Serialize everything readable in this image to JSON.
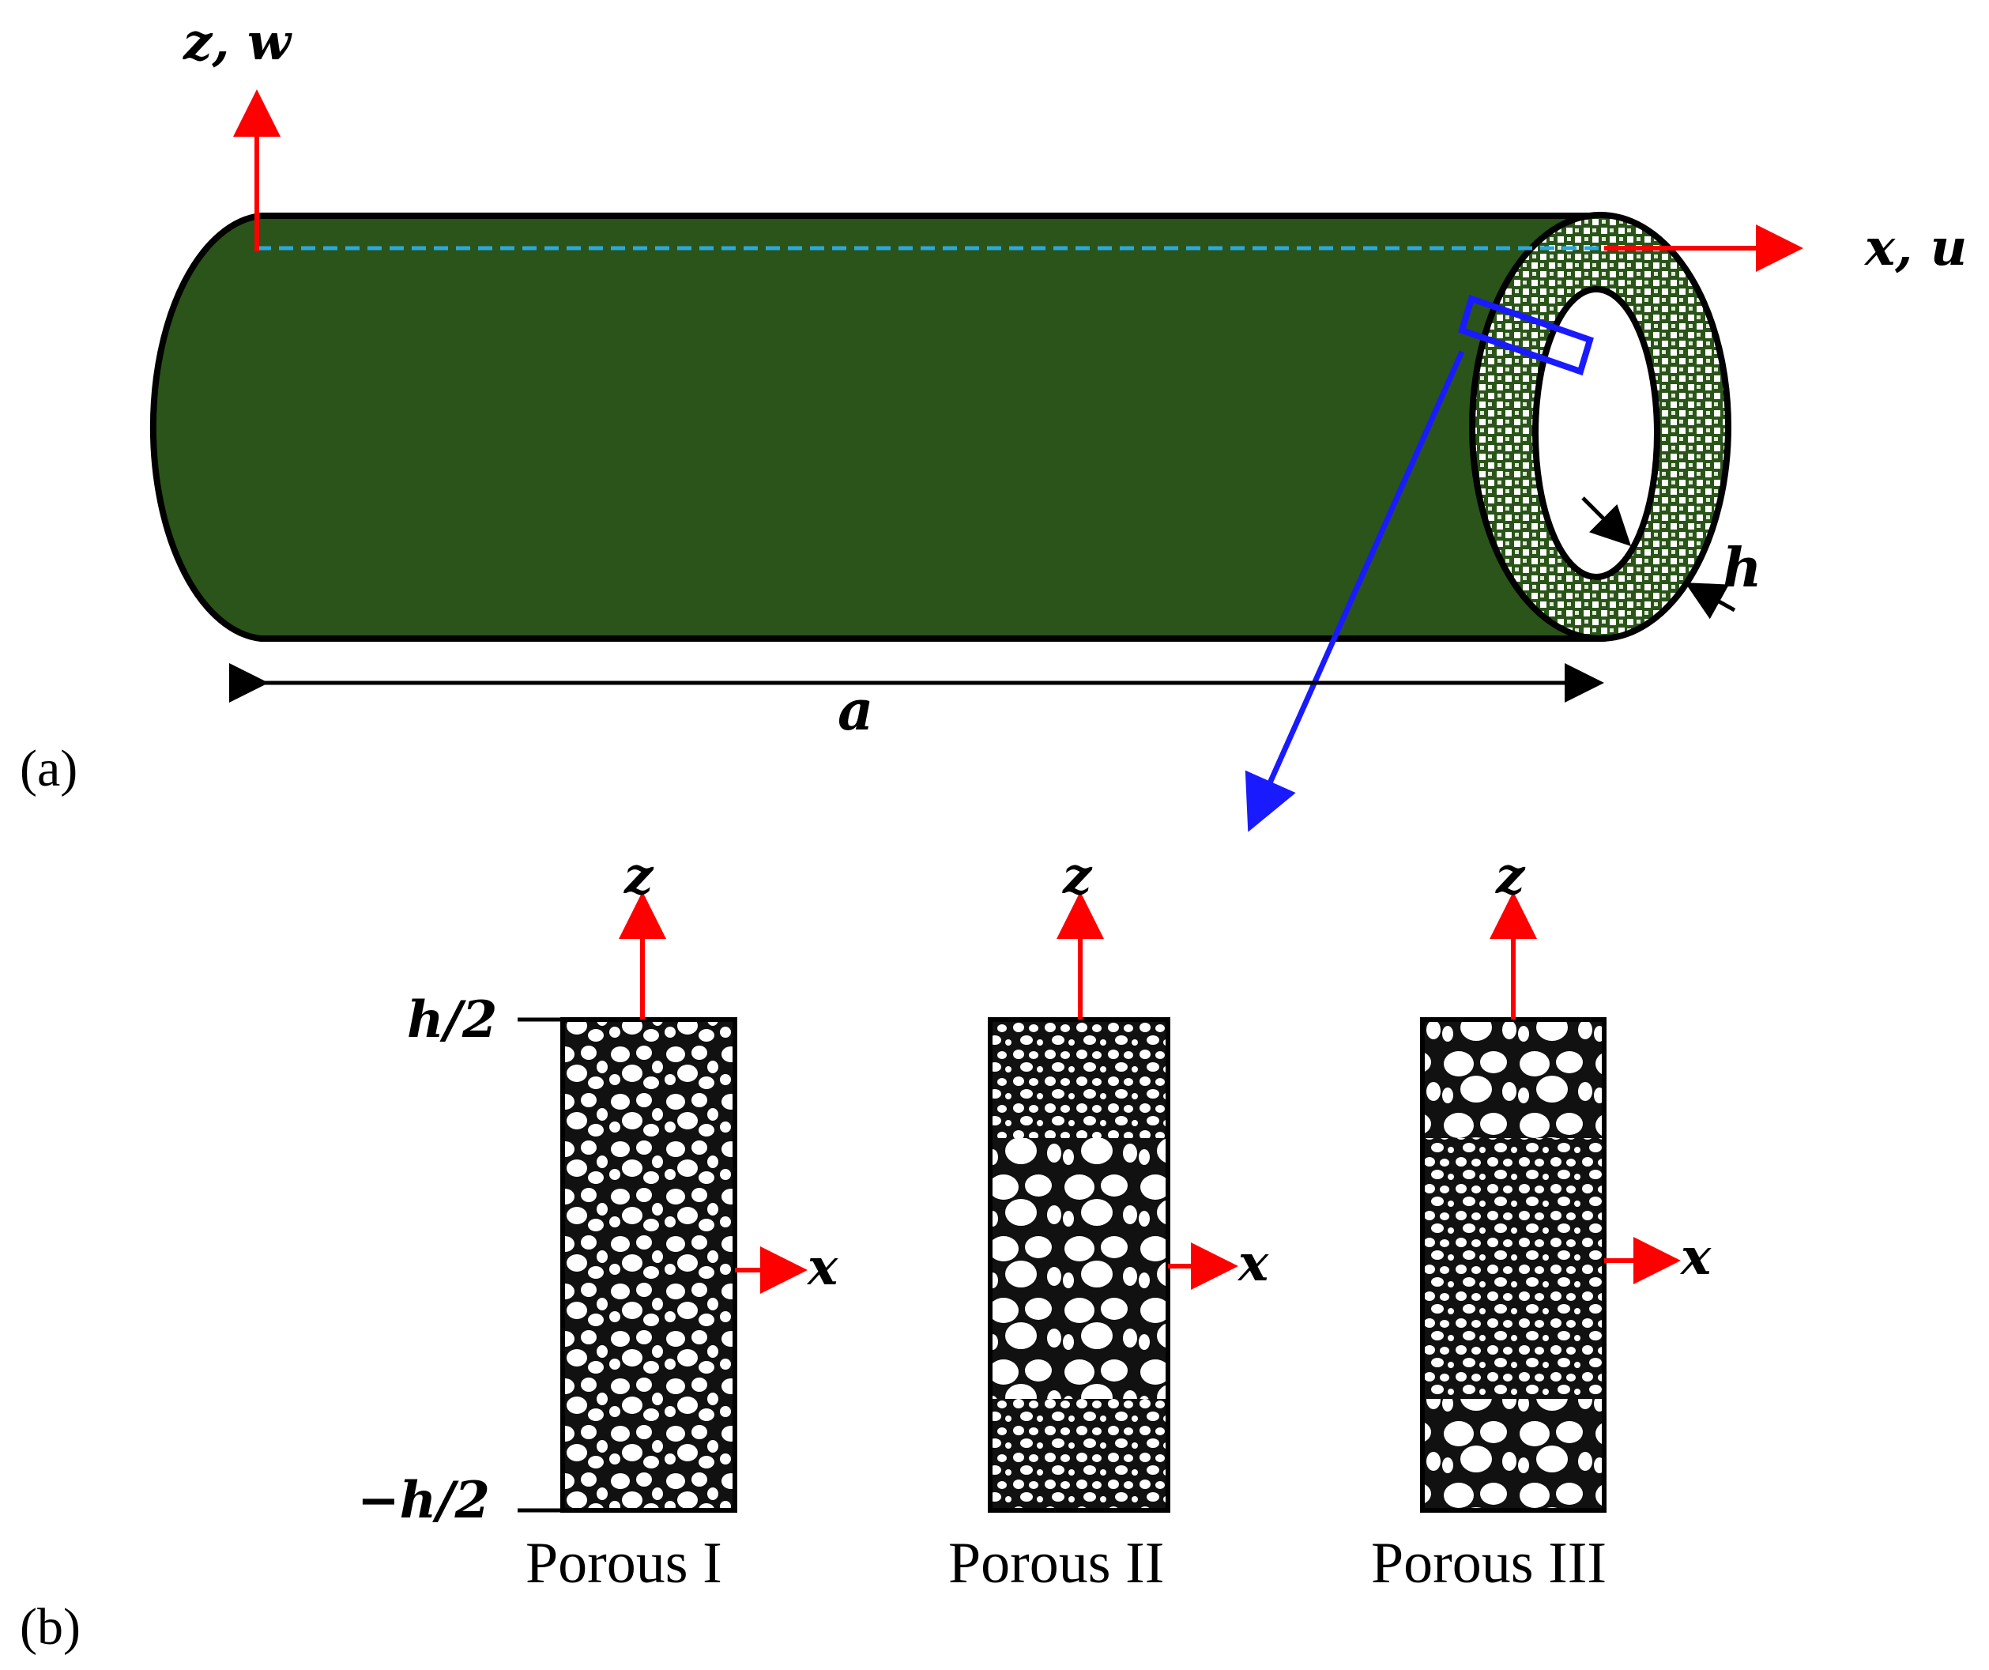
{
  "panel_a": {
    "tag": "(a)",
    "axis_vertical": "z, w",
    "axis_horizontal": "x, u",
    "length_label": "a",
    "thickness_label": "h"
  },
  "panel_b": {
    "tag": "(b)",
    "top_label": "h/2",
    "bottom_label": "−h/2",
    "samples": [
      {
        "z_label": "z",
        "x_label": "x",
        "caption": "Porous I"
      },
      {
        "z_label": "z",
        "x_label": "x",
        "caption": "Porous II"
      },
      {
        "z_label": "z",
        "x_label": "x",
        "caption": "Porous III"
      }
    ]
  },
  "colors": {
    "tube_fill": "#2a5419",
    "tube_stroke": "#000000",
    "axis_arrow": "#ff0000",
    "centerline": "#2aa9e0",
    "highlight": "#1a1aff"
  }
}
